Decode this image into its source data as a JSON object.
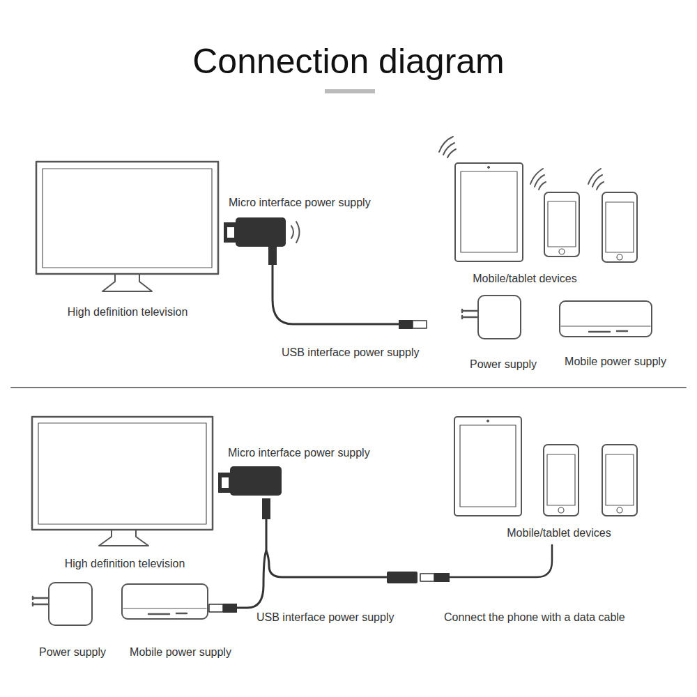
{
  "diagram": {
    "title": "Connection diagram",
    "labels": [
      "Micro interface power supply",
      "High definition television",
      "Mobile/tablet devices",
      "USB interface power supply",
      "Power supply",
      "Mobile power supply",
      "Micro interface power supply",
      "High definition television",
      "Mobile/tablet devices",
      "USB interface power supply",
      "Connect the phone with a data cable",
      "Power supply",
      "Mobile power supply"
    ]
  }
}
